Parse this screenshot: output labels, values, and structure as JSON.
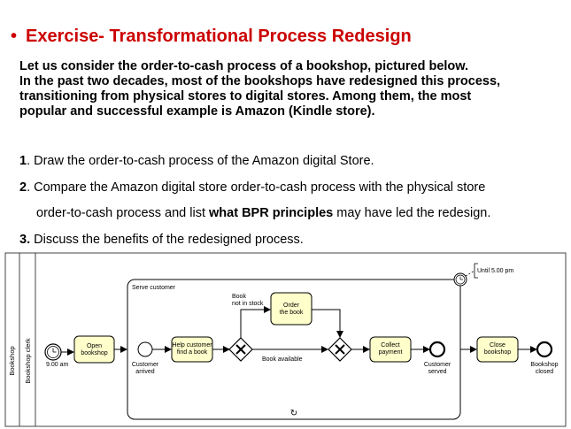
{
  "slide": {
    "bullet": "•",
    "title": "Exercise- Transformational Process Redesign"
  },
  "intro": {
    "line1": "Let us consider the order-to-cash process of a bookshop, pictured below.",
    "line2": "In the past two decades, most of the bookshops have redesigned this process,",
    "line3": "transitioning from physical stores to digital stores. Among them, the most",
    "line4": "popular and successful example is Amazon (Kindle store)."
  },
  "tasks": {
    "t1_num": "1",
    "t1_text": ". Draw the order-to-cash process of the Amazon digital Store.",
    "t2_num": "2",
    "t2_text": ". Compare the Amazon digital store order-to-cash process with the physical store",
    "t2_cont_a": "order-to-cash process and list ",
    "t2_cont_bold": "what BPR principles",
    "t2_cont_b": " may have led the redesign.",
    "t3_num": "3.",
    "t3_text": " Discuss the benefits of the redesigned process."
  },
  "diagram": {
    "pool_label": "Bookshop",
    "lane_label": "Bookshop clerk",
    "start_label": "9.00 am",
    "open_task": [
      "Open",
      "bookshop"
    ],
    "subprocess_label": "Serve customer",
    "customer_arrived": [
      "Customer",
      "arrived"
    ],
    "help_task": [
      "Help customer",
      "find a book"
    ],
    "book_not_in_stock": [
      "Book",
      "not in stock"
    ],
    "order_task": [
      "Order",
      "the book"
    ],
    "book_available": "Book available",
    "loop_marker": "↻",
    "collect_task": [
      "Collect",
      "payment"
    ],
    "customer_served": [
      "Customer",
      "served"
    ],
    "until_label": "Until 5.00 pm",
    "close_task": [
      "Close",
      "bookshop"
    ],
    "bookshop_closed": [
      "Bookshop",
      "closed"
    ],
    "task_fill": "#ffffcc",
    "title_color": "#cc0000"
  }
}
